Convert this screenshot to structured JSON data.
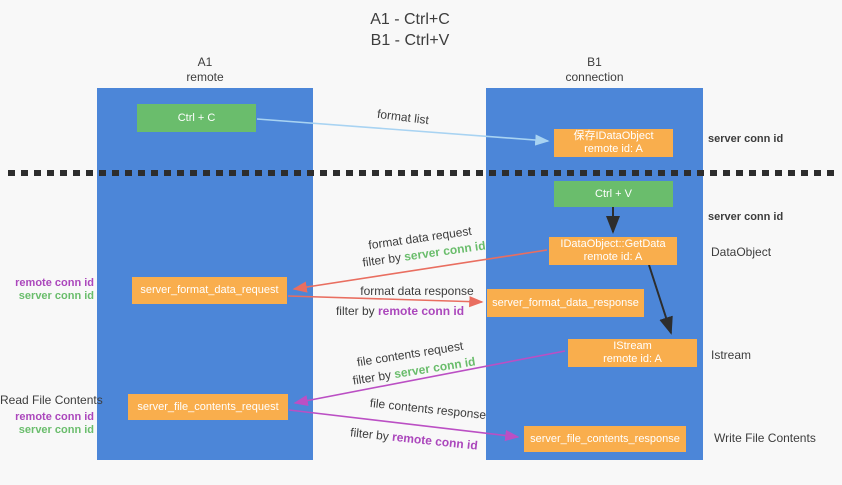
{
  "title": {
    "line1": "A1 - Ctrl+C",
    "line2": "B1 - Ctrl+V"
  },
  "lifelines": {
    "a1": {
      "name": "A1",
      "role": "remote"
    },
    "b1": {
      "name": "B1",
      "role": "connection"
    }
  },
  "boxes": {
    "ctrl_c": {
      "label": "Ctrl + C"
    },
    "ctrl_v": {
      "label": "Ctrl + V"
    },
    "save_dataobject": {
      "line1": "保存IDataObject",
      "line2": "remote id: A"
    },
    "getdata": {
      "line1": "IDataObject::GetData",
      "line2": "remote id: A"
    },
    "istream": {
      "line1": "IStream",
      "line2": "remote id: A"
    },
    "format_request": {
      "label": "server_format_data_request"
    },
    "format_response": {
      "label": "server_format_data_response"
    },
    "file_request": {
      "label": "server_file_contents_request"
    },
    "file_response": {
      "label": "server_file_contents_response"
    }
  },
  "arrow_labels": {
    "format_list": "format list",
    "format_data_request": "format data request",
    "format_data_response": "format data response",
    "file_contents_request": "file contents request",
    "file_contents_response": "file contents response",
    "filter_by": "filter by"
  },
  "side_labels": {
    "server_conn_id": "server conn id",
    "remote_conn_id": "remote conn id",
    "dataobject": "DataObject",
    "istream": "Istream",
    "read_file_contents": "Read File Contents",
    "write_file_contents": "Write File Contents"
  },
  "colors": {
    "lifeline_blue": "#4c86d8",
    "box_green": "#6abd6c",
    "box_orange": "#f9ae4d",
    "arrow_light_blue": "#a8d3f2",
    "arrow_red": "#e96e60",
    "arrow_magenta": "#bb4fc4",
    "arrow_black": "#2d2d2d",
    "label_green": "#6abd6c",
    "label_purple": "#ab47bc",
    "text_dark": "#3d3d3d",
    "background": "#f8f8f8"
  }
}
